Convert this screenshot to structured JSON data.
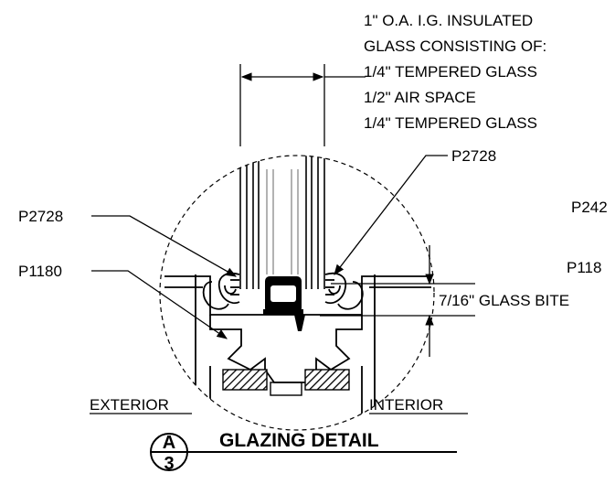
{
  "glass_note": {
    "lines": [
      "1\" O.A. I.G. INSULATED",
      "GLASS CONSISTING OF:",
      "1/4\" TEMPERED GLASS",
      "1/2\" AIR SPACE",
      "1/4\" TEMPERED GLASS"
    ]
  },
  "callouts": {
    "p2728_right": "P2728",
    "p2728_left": "P2728",
    "p1180_left": "P1180",
    "p242_partial": "P242",
    "p118_partial": "P118",
    "glass_bite": "7/16\" GLASS BITE"
  },
  "sides": {
    "exterior": "EXTERIOR",
    "interior": "INTERIOR"
  },
  "title": {
    "text": "GLAZING DETAIL",
    "detail_letter": "A",
    "sheet_number": "3"
  }
}
